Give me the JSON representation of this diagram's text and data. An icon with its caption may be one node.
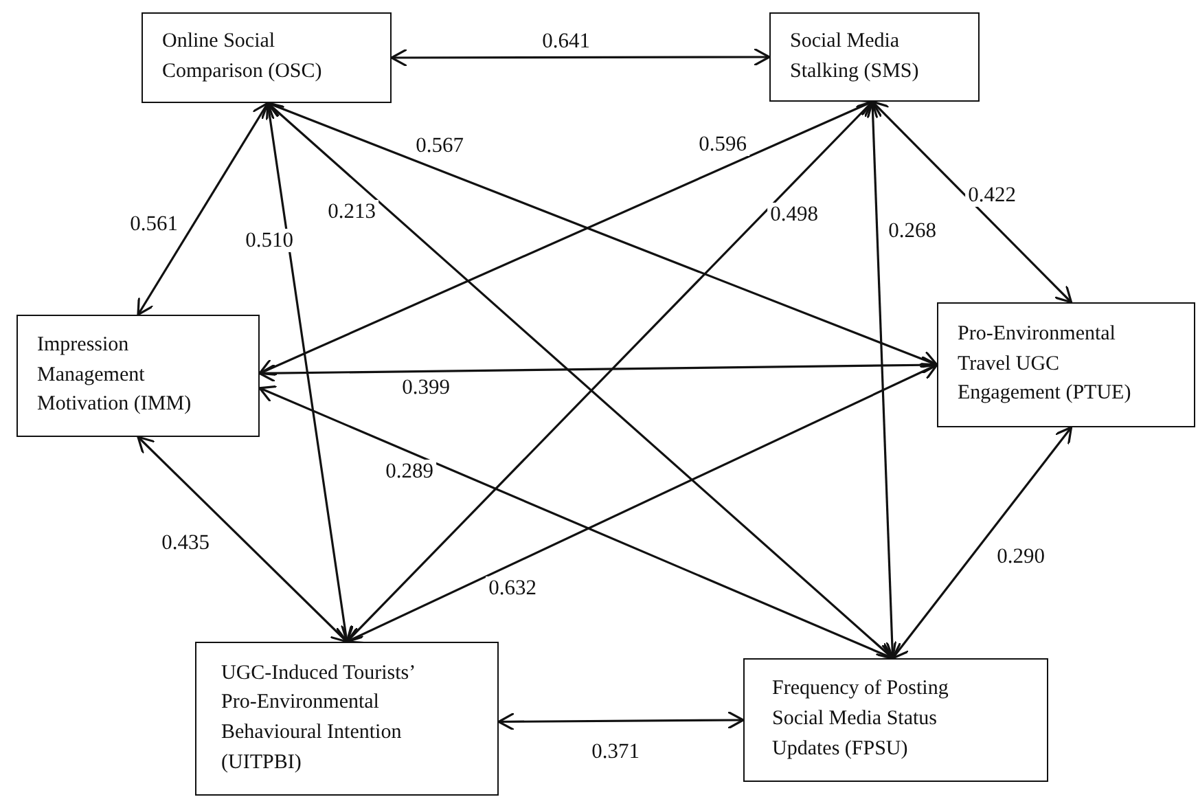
{
  "diagram": {
    "nodes": [
      {
        "text": [
          "Online Social Comparison (OSC)"
        ]
      },
      {
        "text": [
          "Social Media Stalking (SMS)"
        ]
      },
      {
        "text": [
          "Impression Management Motivation (IMM)"
        ]
      },
      {
        "text": [
          "Pro-Environmental Travel UGC Engagement  (PTUE)"
        ]
      },
      {
        "text": [
          "UGC-Induced Tourists’ Pro-Environmental Behavioural Intention (UITPBI)"
        ]
      },
      {
        "text": [
          "Frequency of Posting Social Media Status Updates (FPSU)"
        ]
      }
    ],
    "edges": [
      {
        "from": 0,
        "to": 1,
        "arrow": "both",
        "label": "0.641"
      },
      {
        "from": 0,
        "to": 2,
        "arrow": "both",
        "label": "0.561"
      },
      {
        "from": 0,
        "to": 4,
        "arrow": "both",
        "label": "0.510"
      },
      {
        "from": 0,
        "to": 5,
        "arrow": "both",
        "label": "0.213"
      },
      {
        "from": 0,
        "to": 3,
        "arrow": "both",
        "label": "0.567"
      },
      {
        "from": 1,
        "to": 2,
        "arrow": "both",
        "label": "0.596"
      },
      {
        "from": 1,
        "to": 4,
        "arrow": "both",
        "label": "0.498"
      },
      {
        "from": 1,
        "to": 5,
        "arrow": "both",
        "label": "0.268"
      },
      {
        "from": 1,
        "to": 3,
        "arrow": "both",
        "label": "0.422"
      },
      {
        "from": 2,
        "to": 3,
        "arrow": "both",
        "label": "0.399"
      },
      {
        "from": 2,
        "to": 4,
        "arrow": "both",
        "label": "0.435"
      },
      {
        "from": 2,
        "to": 5,
        "arrow": "both",
        "label": "0.289"
      },
      {
        "from": 3,
        "to": 4,
        "arrow": "both",
        "label": "0.632"
      },
      {
        "from": 3,
        "to": 5,
        "arrow": "both",
        "label": "0.290"
      },
      {
        "from": 4,
        "to": 5,
        "arrow": "both",
        "label": "0.371"
      }
    ]
  }
}
